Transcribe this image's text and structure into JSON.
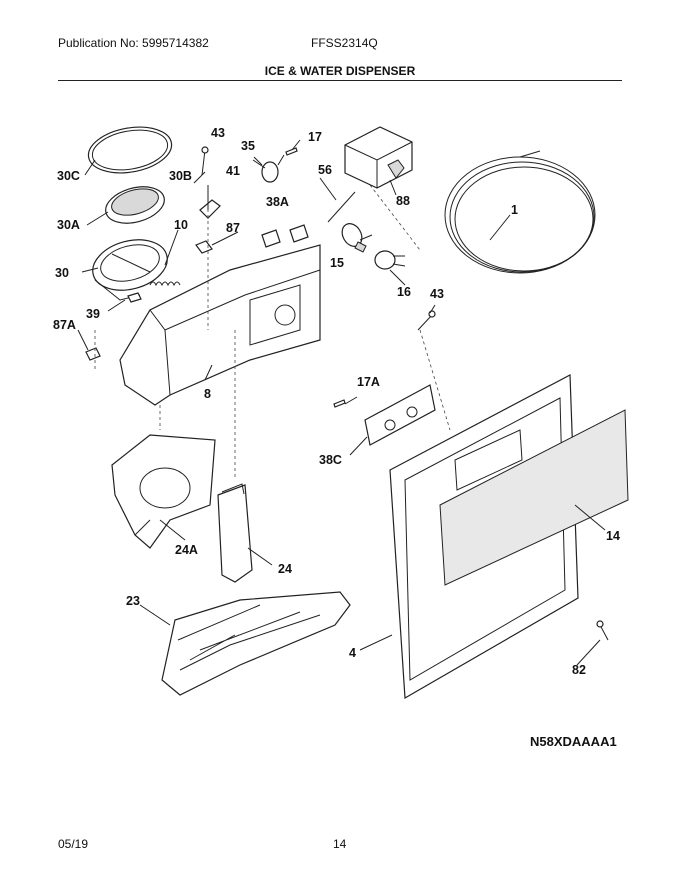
{
  "header": {
    "publication": "Publication No: 5995714382",
    "model": "FFSS2314Q",
    "title": "ICE & WATER DISPENSER"
  },
  "diagram_code": "N58XDAAAA1",
  "footer": {
    "date": "05/19",
    "page": "14"
  },
  "part_labels": {
    "p43a": "43",
    "p17": "17",
    "p35": "35",
    "p30c": "30C",
    "p30b": "30B",
    "p41": "41",
    "p56": "56",
    "p88": "88",
    "p38a": "38A",
    "p30a": "30A",
    "p10": "10",
    "p87": "87",
    "p1": "1",
    "p15": "15",
    "p30": "30",
    "p16": "16",
    "p39": "39",
    "p43b": "43",
    "p87a": "87A",
    "p8": "8",
    "p17a": "17A",
    "p38c": "38C",
    "p14": "14",
    "p24a": "24A",
    "p24": "24",
    "p23": "23",
    "p4": "4",
    "p82": "82"
  }
}
